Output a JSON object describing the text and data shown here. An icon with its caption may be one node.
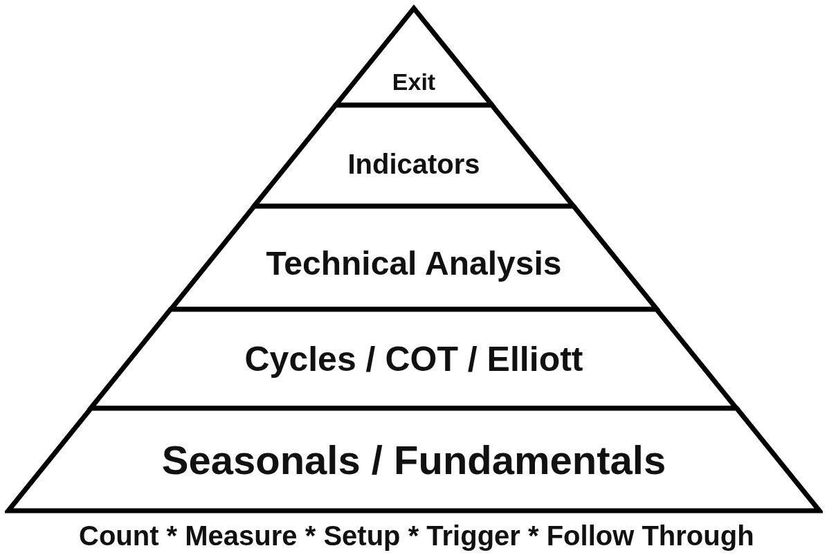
{
  "diagram": {
    "nodes": [
      {
        "text": [
          "Exit"
        ]
      },
      {
        "text": [
          "Indicators"
        ]
      },
      {
        "text": [
          "Technical Analysis"
        ]
      },
      {
        "text": [
          "Cycles / COT / Elliott"
        ]
      },
      {
        "text": [
          "Seasonals / Fundamentals"
        ]
      }
    ],
    "labels": [
      "Count * Measure * Setup * Trigger * Follow Through"
    ]
  }
}
